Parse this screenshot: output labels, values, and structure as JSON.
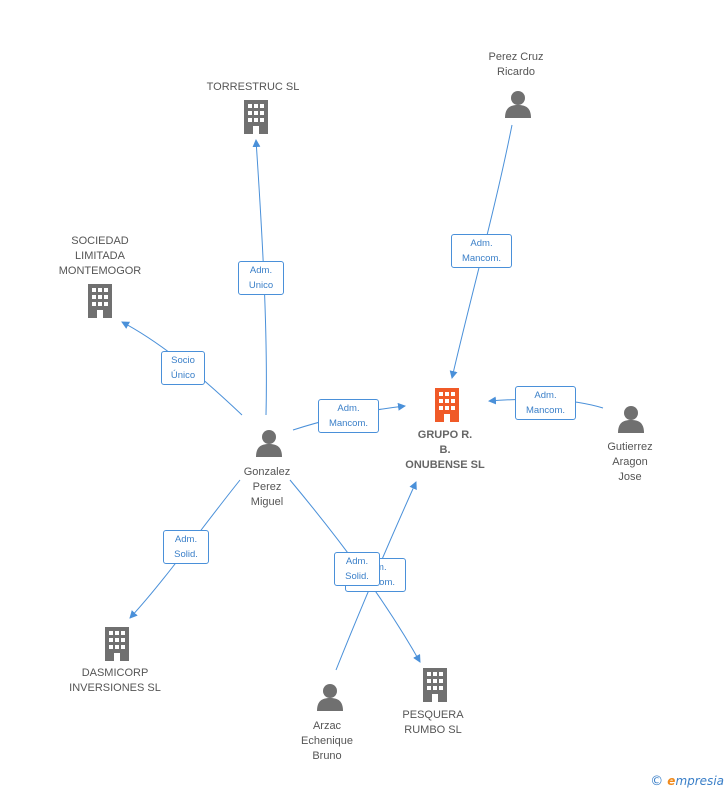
{
  "colors": {
    "edge": "#4a90d9",
    "node_icon": "#707070",
    "main_icon": "#f05a28",
    "edge_label_text": "#3a7fc8"
  },
  "nodes": {
    "torrestruc": {
      "label": "TORRESTRUC SL",
      "icon": "building-icon"
    },
    "perez_cruz": {
      "label": "Perez Cruz\nRicardo",
      "icon": "person-icon"
    },
    "sociedad": {
      "label": "SOCIEDAD\nLIMITADA\nMONTEMOGOR",
      "icon": "building-icon"
    },
    "grupo": {
      "label": "GRUPO R.\nB.\nONUBENSE SL",
      "icon": "building-icon"
    },
    "gonzalez": {
      "label": "Gonzalez\nPerez\nMiguel",
      "icon": "person-icon"
    },
    "gutierrez": {
      "label": "Gutierrez\nAragon\nJose",
      "icon": "person-icon"
    },
    "dasmicorp": {
      "label": "DASMICORP\nINVERSIONES SL",
      "icon": "building-icon"
    },
    "arzac": {
      "label": "Arzac\nEchenique\nBruno",
      "icon": "person-icon"
    },
    "pesquera": {
      "label": "PESQUERA\nRUMBO SL",
      "icon": "building-icon"
    }
  },
  "edge_labels": {
    "gonzalez_torrestruc": {
      "line1": "Adm.",
      "line2": "Unico"
    },
    "perez_grupo": {
      "line1": "Adm.",
      "line2": "Mancom."
    },
    "gonzalez_sociedad": {
      "line1": "Socio",
      "line2": "Único"
    },
    "gonzalez_grupo": {
      "line1": "Adm.",
      "line2": "Mancom."
    },
    "gutierrez_grupo": {
      "line1": "Adm.",
      "line2": "Mancom."
    },
    "gonzalez_dasmicorp": {
      "line1": "Adm.",
      "line2": "Solid."
    },
    "arzac_grupo": {
      "line1": "Adm.",
      "line2": "Mancom."
    },
    "gonzalez_pesquera": {
      "line1": "Adm.",
      "line2": "Solid."
    }
  },
  "footer": {
    "copyright": "©",
    "brand_e": "e",
    "brand_rest": "mpresia"
  }
}
